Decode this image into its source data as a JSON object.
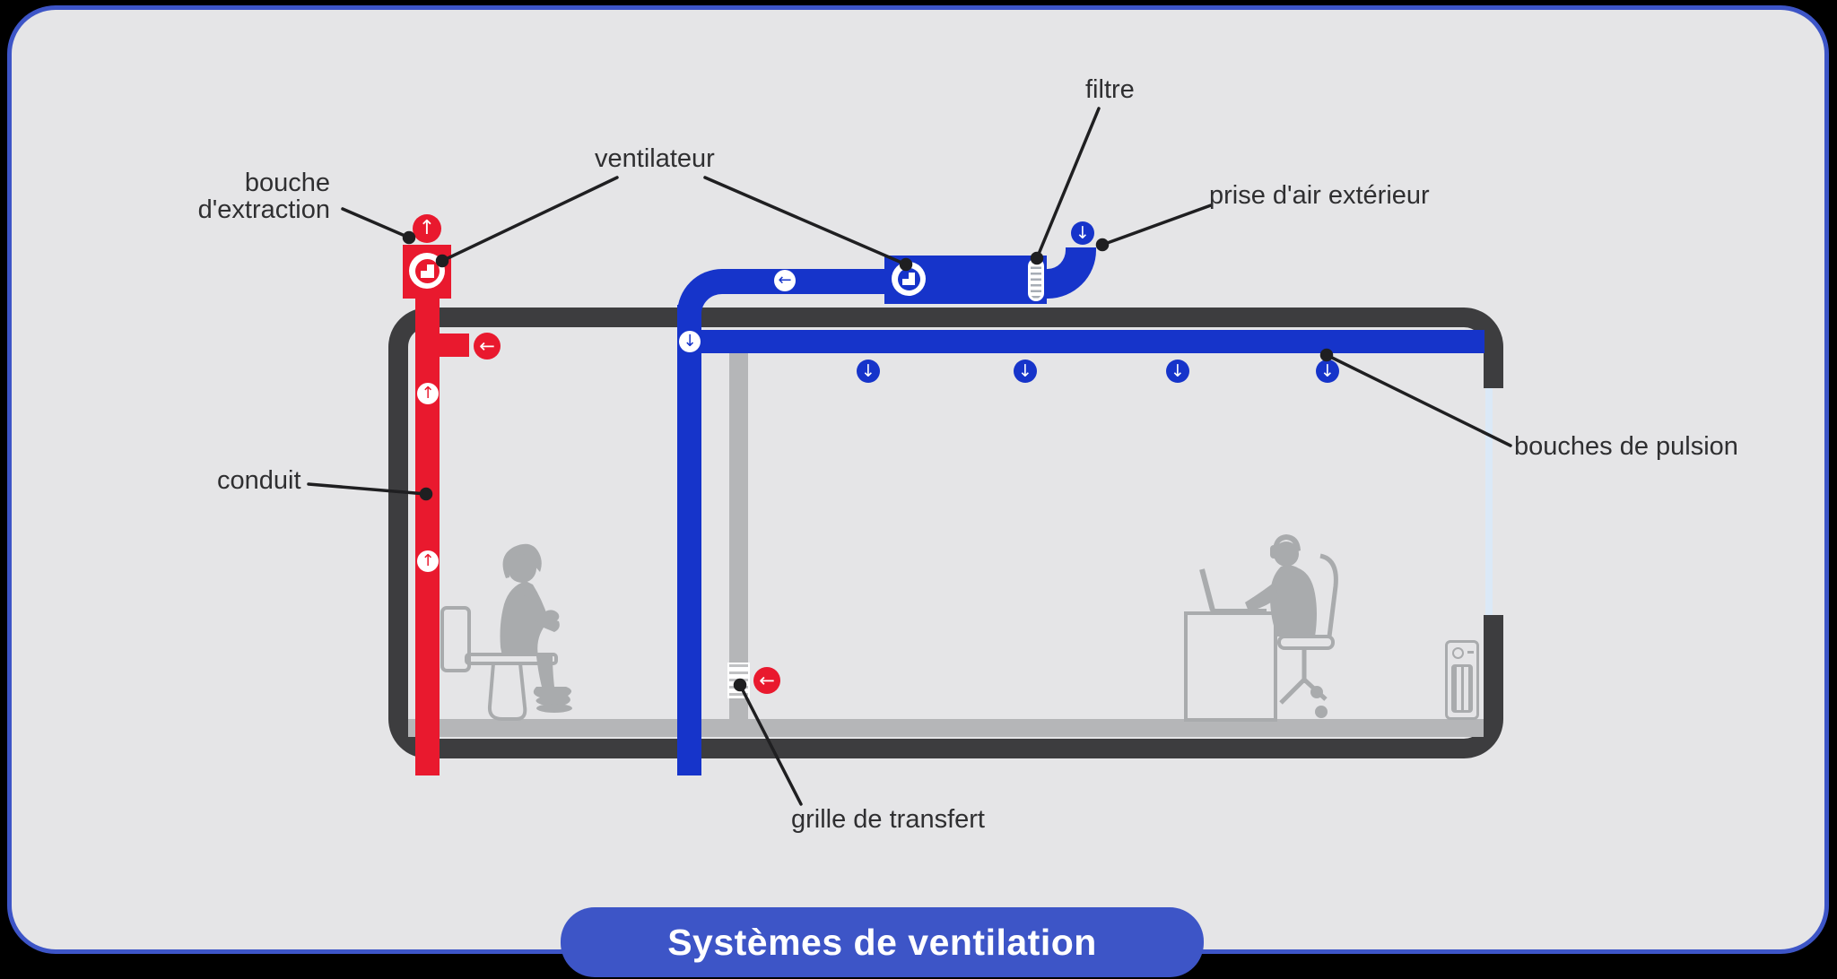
{
  "title_banner": {
    "text": "Systèmes de ventilation"
  },
  "labels": {
    "filtre": "filtre",
    "ventilateur": "ventilateur",
    "bouche_extraction_line1": "bouche",
    "bouche_extraction_line2": "d'extraction",
    "prise_air_exterieur": "prise d'air extérieur",
    "bouches_pulsion": "bouches de pulsion",
    "grille_transfert": "grille de transfert",
    "conduit": "conduit"
  },
  "icons": {
    "arrow_up": "↑",
    "arrow_down": "↓",
    "arrow_left": "←"
  },
  "colors": {
    "background": "#000000",
    "card_bg": "#e5e5e7",
    "card_border": "#3d55c7",
    "banner_blue": "#3d55c7",
    "supply_blue": "#1634ca",
    "extraction_red": "#e9192e",
    "wall_dark": "#3d3d3f",
    "interior_gray": "#b5b6b8",
    "silhouette_gray": "#a9abad",
    "window_blue": "#dbe9f7",
    "label_text": "#2f2f31",
    "leader_line": "#1f1f21"
  }
}
